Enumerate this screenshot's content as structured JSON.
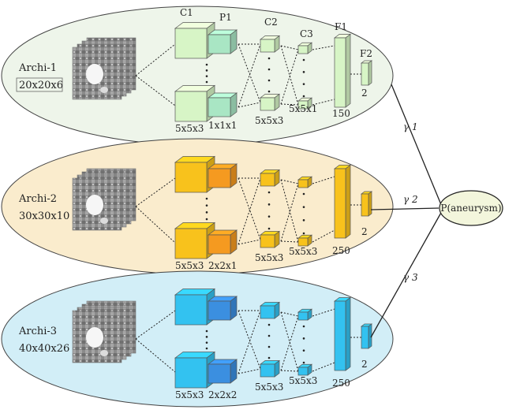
{
  "architectures": [
    {
      "name": "Archi-1",
      "size": "20x20x6",
      "colors": {
        "ellipse": "#eef5ea",
        "conv": "#d7f5c6",
        "conv_dark": "#b4dfa1",
        "pool": "#a9e6c4",
        "pool_dark": "#7ec9a0",
        "fc": "#d7f5c6"
      },
      "conv1_label": "5x5x3",
      "pool1_label": "1x1x1",
      "conv2_label": "5x5x3",
      "conv3_label": "5x5x1",
      "f1_units": "150",
      "f2_units": "2",
      "layer_titles": {
        "c1": "C1",
        "p1": "P1",
        "c2": "C2",
        "c3": "C3",
        "f1": "F1",
        "f2": "F2"
      }
    },
    {
      "name": "Archi-2",
      "size": "30x30x10",
      "colors": {
        "ellipse": "#faeccd",
        "conv": "#f8c21c",
        "conv_dark": "#d9a00e",
        "pool": "#f59a20",
        "pool_dark": "#cf7a10",
        "fc": "#f8c21c"
      },
      "conv1_label": "5x5x3",
      "pool1_label": "2x2x1",
      "conv2_label": "5x5x3",
      "conv3_label": "5x5x3",
      "f1_units": "250",
      "f2_units": "2"
    },
    {
      "name": "Archi-3",
      "size": "40x40x26",
      "colors": {
        "ellipse": "#d2eef7",
        "conv": "#33c2f0",
        "conv_dark": "#1da0cd",
        "pool": "#3b8fe0",
        "pool_dark": "#2370c0",
        "fc": "#33c2f0"
      },
      "conv1_label": "5x5x3",
      "pool1_label": "2x2x2",
      "conv2_label": "5x5x3",
      "conv3_label": "5x5x3",
      "f1_units": "250",
      "f2_units": "2"
    }
  ],
  "weights": [
    "γ 1",
    "γ 2",
    "γ 3"
  ],
  "output_label": "P(aneurysm)",
  "ellipsis": ":"
}
